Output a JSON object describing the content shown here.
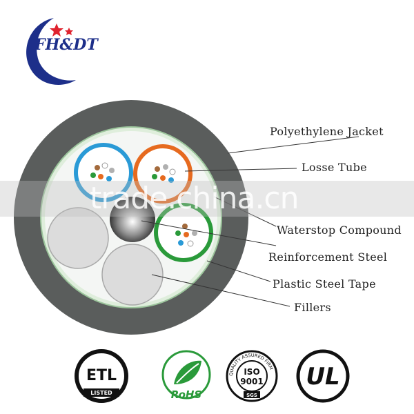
{
  "brand": {
    "name": "FH&DT",
    "colors": {
      "navy": "#1d2f8a",
      "star": "#e0232e"
    }
  },
  "labels": [
    {
      "id": "jacket",
      "text": "Polyethylene Jacket"
    },
    {
      "id": "loose-tube",
      "text": "Losse Tube"
    },
    {
      "id": "waterstop",
      "text": "Waterstop Compound"
    },
    {
      "id": "reinforcement",
      "text": "Reinforcement Steel"
    },
    {
      "id": "steel-tape",
      "text": "Plastic Steel Tape"
    },
    {
      "id": "fillers",
      "text": "Fillers"
    }
  ],
  "watermark": {
    "text": "trade.china.cn"
  },
  "tube_colors": [
    "#2a9ad6",
    "#e66a1f",
    "#2a9a3a"
  ],
  "certifications": [
    {
      "id": "etl",
      "lines": [
        "ETL",
        "LISTED"
      ]
    },
    {
      "id": "rohs",
      "lines": [
        "RoHS"
      ]
    },
    {
      "id": "iso",
      "lines": [
        "ISO",
        "9001",
        "QUALITY ASSURED FIRM",
        "SGS"
      ]
    },
    {
      "id": "ul",
      "lines": [
        "UL"
      ]
    }
  ]
}
